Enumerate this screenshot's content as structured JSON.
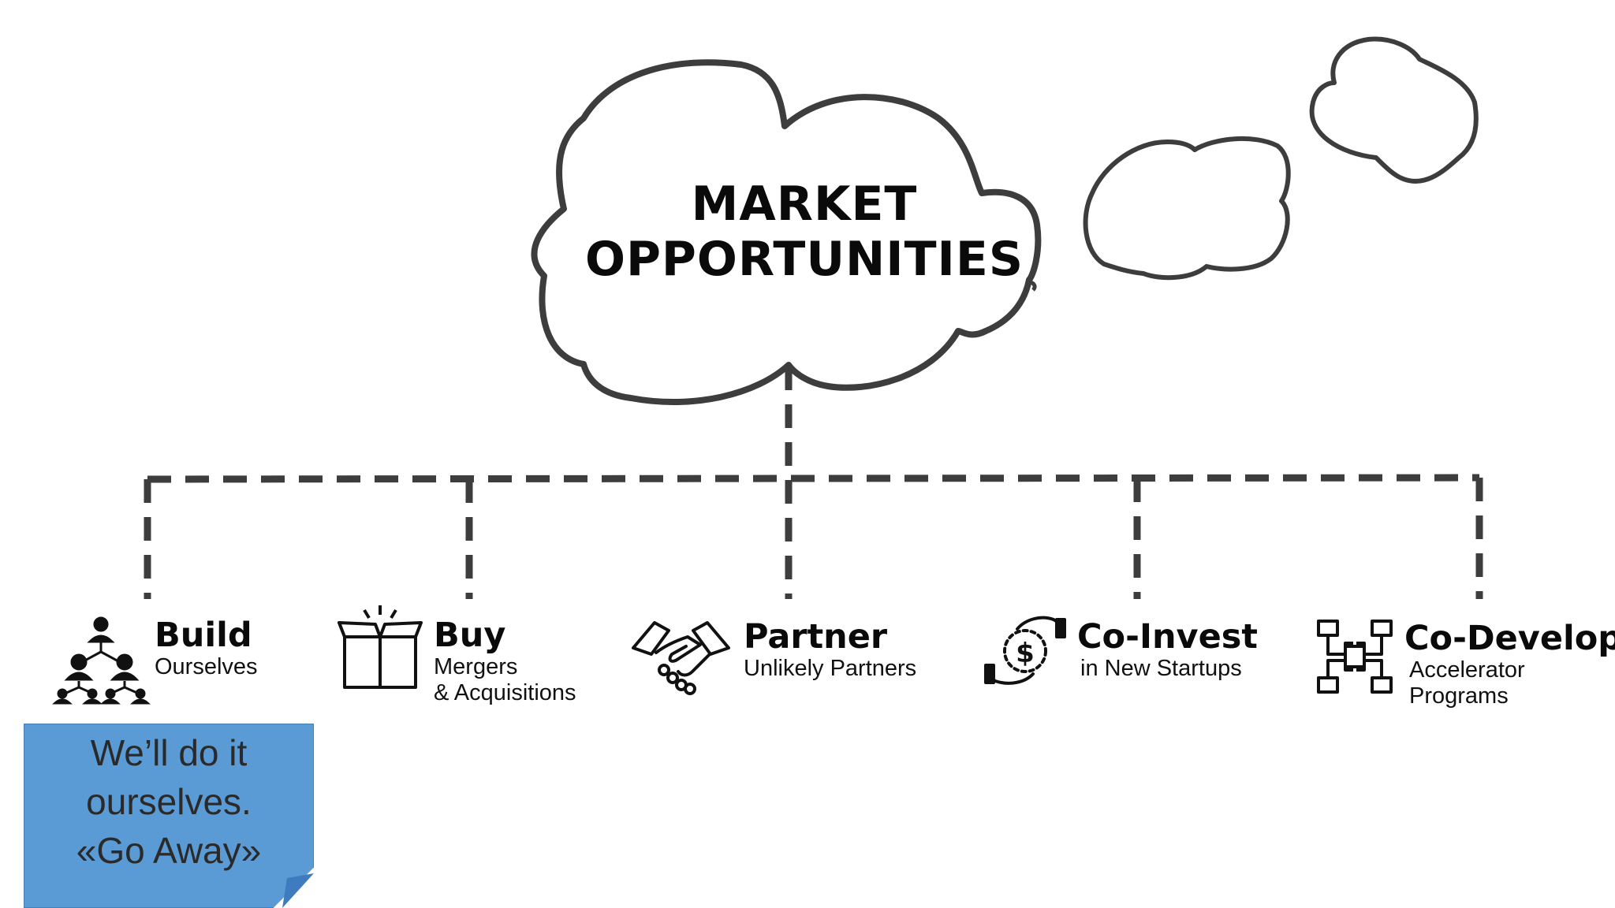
{
  "diagram": {
    "title_lines": [
      "MARKET",
      "OPPORTUNITIES"
    ],
    "options": [
      {
        "title": "Build",
        "subtitle_lines": [
          "Ourselves"
        ],
        "icon": "team-hierarchy-icon"
      },
      {
        "title": "Buy",
        "subtitle_lines": [
          "Mergers",
          "& Acquisitions"
        ],
        "icon": "open-box-icon"
      },
      {
        "title": "Partner",
        "subtitle_lines": [
          "Unlikely Partners"
        ],
        "icon": "handshake-icon"
      },
      {
        "title": "Co-Invest",
        "subtitle_lines": [
          "in New Startups"
        ],
        "icon": "money-hands-icon"
      },
      {
        "title": "Co-Develop",
        "subtitle_lines": [
          "Accelerator",
          "Programs"
        ],
        "icon": "joined-hands-icon"
      }
    ],
    "sticky_note": {
      "lines": [
        "We’ll do it",
        "ourselves.",
        "«Go Away»"
      ],
      "color": "#5b9bd5"
    },
    "colors": {
      "line": "#3d3d3d",
      "text": "#0a0a0a"
    }
  }
}
